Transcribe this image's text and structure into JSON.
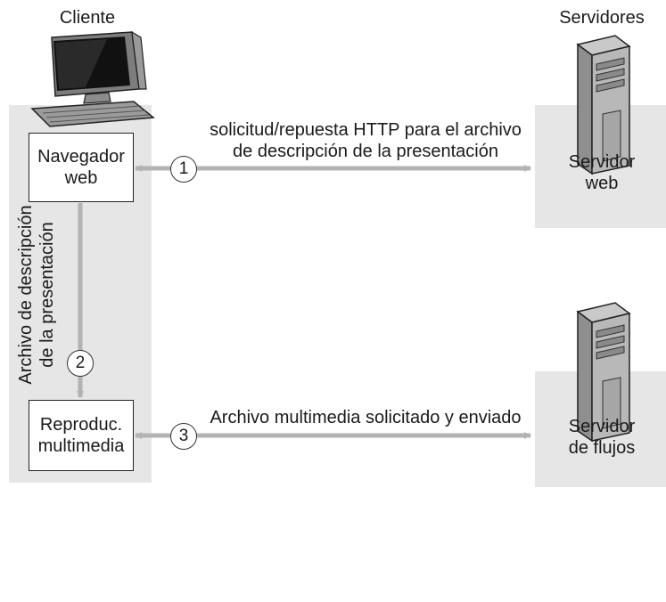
{
  "client": {
    "title": "Cliente"
  },
  "servers": {
    "title": "Servidores"
  },
  "browser": {
    "line1": "Navegador",
    "line2": "web"
  },
  "player": {
    "line1": "Reproduc.",
    "line2": "multimedia"
  },
  "web_server": {
    "line1": "Servidor",
    "line2": "web"
  },
  "stream_server": {
    "line1": "Servidor",
    "line2": "de flujos"
  },
  "step1": {
    "number": "1",
    "line1": "solicitud/repuesta HTTP para el archivo",
    "line2": "de descripción de la presentación"
  },
  "step2": {
    "number": "2",
    "line1": "Archivo de descripción",
    "line2": "de la presentación"
  },
  "step3": {
    "number": "3",
    "label": "Archivo multimedia solicitado y enviado"
  },
  "colors": {
    "panel": "#e6e6e6",
    "arrow": "#b3b3b3",
    "border": "#222222"
  }
}
